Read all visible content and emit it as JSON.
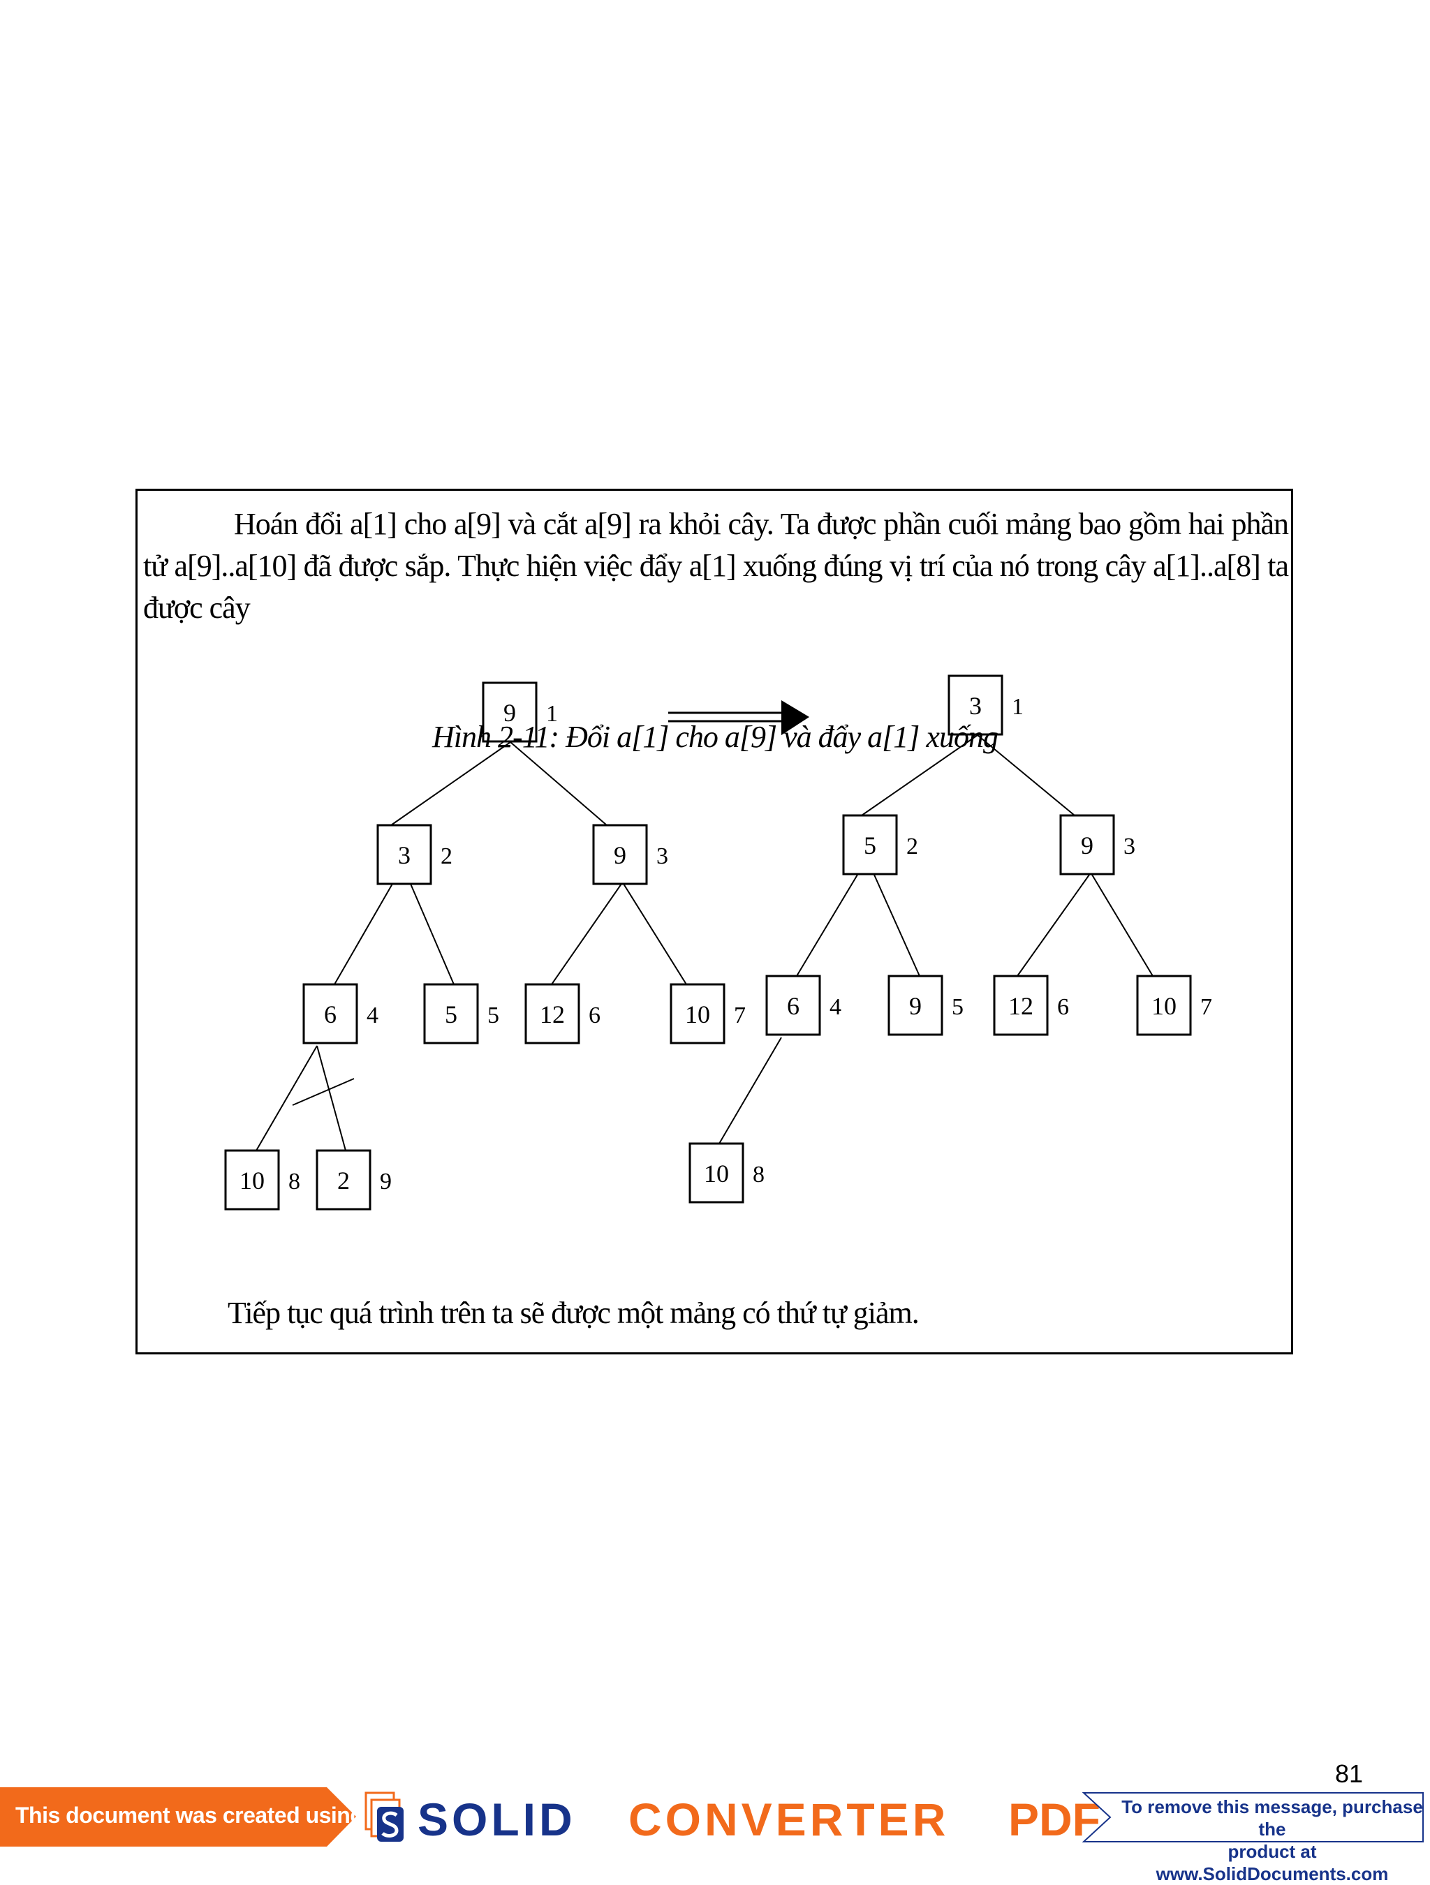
{
  "body": {
    "paragraph": "Hoán đổi a[1] cho a[9] và cắt a[9] ra khỏi cây. Ta được phần cuối mảng bao gồm hai phần tử a[9]..a[10] đã được sắp. Thực hiện việc đẩy a[1] xuống đúng vị trí của nó trong cây a[1]..a[8] ta được cây",
    "caption": "Hình 2-11: Đổi a[1] cho a[9] và đẩy a[1] xuống",
    "closing": "Tiếp tục quá trình trên ta sẽ được một mảng có thứ tự giảm."
  },
  "trees": {
    "left": {
      "nodes": [
        {
          "value": "9",
          "index": "1"
        },
        {
          "value": "3",
          "index": "2"
        },
        {
          "value": "9",
          "index": "3"
        },
        {
          "value": "6",
          "index": "4"
        },
        {
          "value": "5",
          "index": "5"
        },
        {
          "value": "12",
          "index": "6"
        },
        {
          "value": "10",
          "index": "7"
        },
        {
          "value": "10",
          "index": "8"
        },
        {
          "value": "2",
          "index": "9"
        }
      ]
    },
    "right": {
      "nodes": [
        {
          "value": "3",
          "index": "1"
        },
        {
          "value": "5",
          "index": "2"
        },
        {
          "value": "9",
          "index": "3"
        },
        {
          "value": "6",
          "index": "4"
        },
        {
          "value": "9",
          "index": "5"
        },
        {
          "value": "12",
          "index": "6"
        },
        {
          "value": "10",
          "index": "7"
        },
        {
          "value": "10",
          "index": "8"
        }
      ]
    }
  },
  "page_number": "81",
  "footer": {
    "created_using": "This document was created using",
    "brand_solid": "SOLID",
    "brand_converter": "CONVERTER",
    "brand_pdf": "PDF",
    "remove_line1": "To remove this message, purchase the",
    "remove_line2": "product at www.SolidDocuments.com",
    "colors": {
      "orange": "#f26a1b",
      "navy": "#17338a"
    }
  }
}
